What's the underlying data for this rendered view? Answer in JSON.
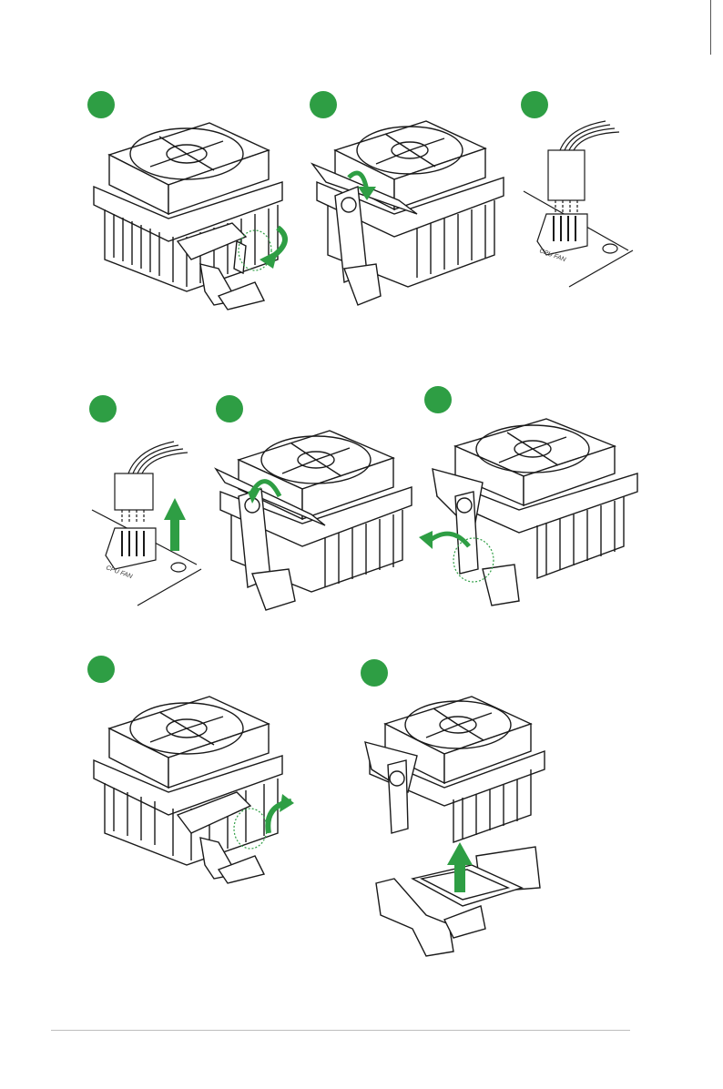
{
  "colors": {
    "accent": "#2e9e44",
    "line": "#1a1a1a",
    "bg": "#ffffff"
  },
  "steps": [
    {
      "id": "step-1",
      "icon": "cooler-release-lever-icon"
    },
    {
      "id": "step-2",
      "icon": "cooler-open-clamp-icon"
    },
    {
      "id": "step-3",
      "icon": "fan-connector-plugged-icon"
    },
    {
      "id": "step-4",
      "icon": "fan-connector-unplug-icon"
    },
    {
      "id": "step-5",
      "icon": "cooler-lever-rotate-icon"
    },
    {
      "id": "step-6",
      "icon": "cooler-unhook-clip-icon"
    },
    {
      "id": "step-7",
      "icon": "cooler-lift-off-icon"
    },
    {
      "id": "step-8",
      "icon": "cooler-remove-from-socket-icon"
    }
  ],
  "labels": {
    "fan_header": "CPU FAN",
    "fan_header_2": "CPU FAN"
  }
}
